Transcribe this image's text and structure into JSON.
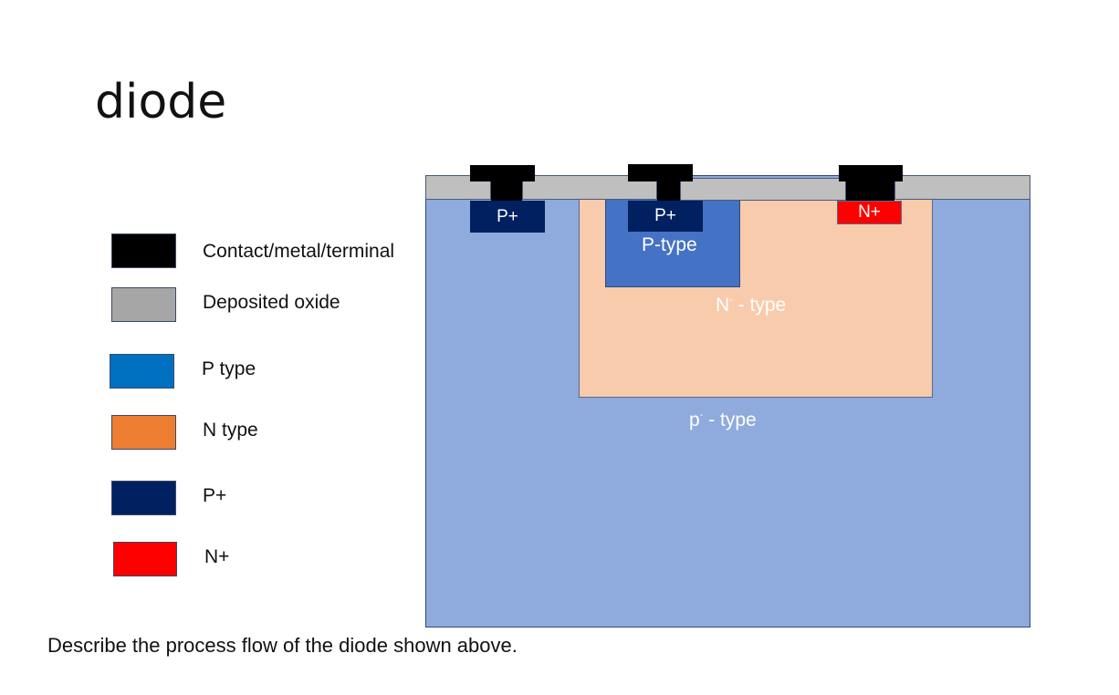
{
  "title": "diode",
  "legend": [
    {
      "label": "Contact/metal/terminal",
      "color": "#000000"
    },
    {
      "label": "Deposited oxide",
      "color": "#a6a6a6"
    },
    {
      "label": "P type",
      "color": "#0070c0"
    },
    {
      "label": "N type",
      "color": "#ed7d31"
    },
    {
      "label": "P+",
      "color": "#002060"
    },
    {
      "label": "N+",
      "color": "#ff0000"
    }
  ],
  "diagram": {
    "contact_1_label": "P+",
    "contact_2_label": "P+",
    "contact_3_label": "N+",
    "p_well_label": "P-type",
    "n_well": {
      "base": "N",
      "sup": "-",
      "suffix": " - type"
    },
    "substrate": {
      "base": "p",
      "sup": "-",
      "suffix": " - type"
    },
    "colors": {
      "substrate": "#8faadc",
      "n_well": "#f8cbad",
      "p_well": "#4472c4",
      "oxide": "#bfbfbf",
      "metal": "#000000",
      "p_plus": "#002060",
      "n_plus": "#ff0000"
    }
  },
  "question": "Describe the process flow of the diode shown above."
}
